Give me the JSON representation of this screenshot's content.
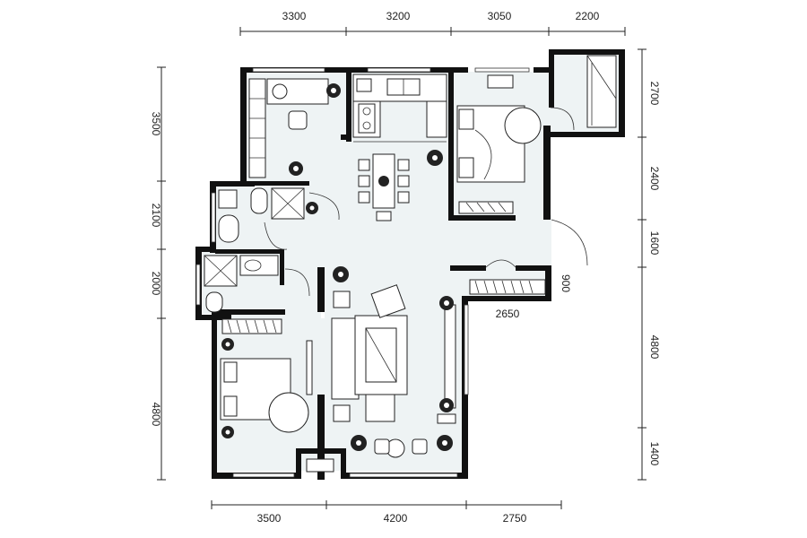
{
  "dimensions": {
    "top": [
      "3300",
      "3200",
      "3050",
      "2200"
    ],
    "bottom": [
      "3500",
      "4200",
      "2750"
    ],
    "left": [
      "3500",
      "2100",
      "2000",
      "4800"
    ],
    "right": [
      "2700",
      "2400",
      "1600",
      "4800",
      "1400"
    ],
    "inner_vertical": "900",
    "inner_horizontal": "2650"
  }
}
